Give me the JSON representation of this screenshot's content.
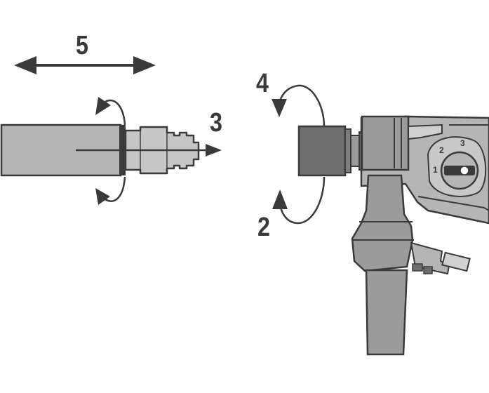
{
  "figure": {
    "step_labels": [
      "5",
      "3",
      "4",
      "2"
    ],
    "mode_selector": {
      "positions": [
        "1",
        "2",
        "3"
      ]
    },
    "colors": {
      "stroke": "#3a3a3a",
      "fill_light": "#b5b5b5",
      "fill_mid": "#9b9b9b",
      "fill_dark": "#6e6e6e",
      "background": "#ffffff"
    }
  }
}
